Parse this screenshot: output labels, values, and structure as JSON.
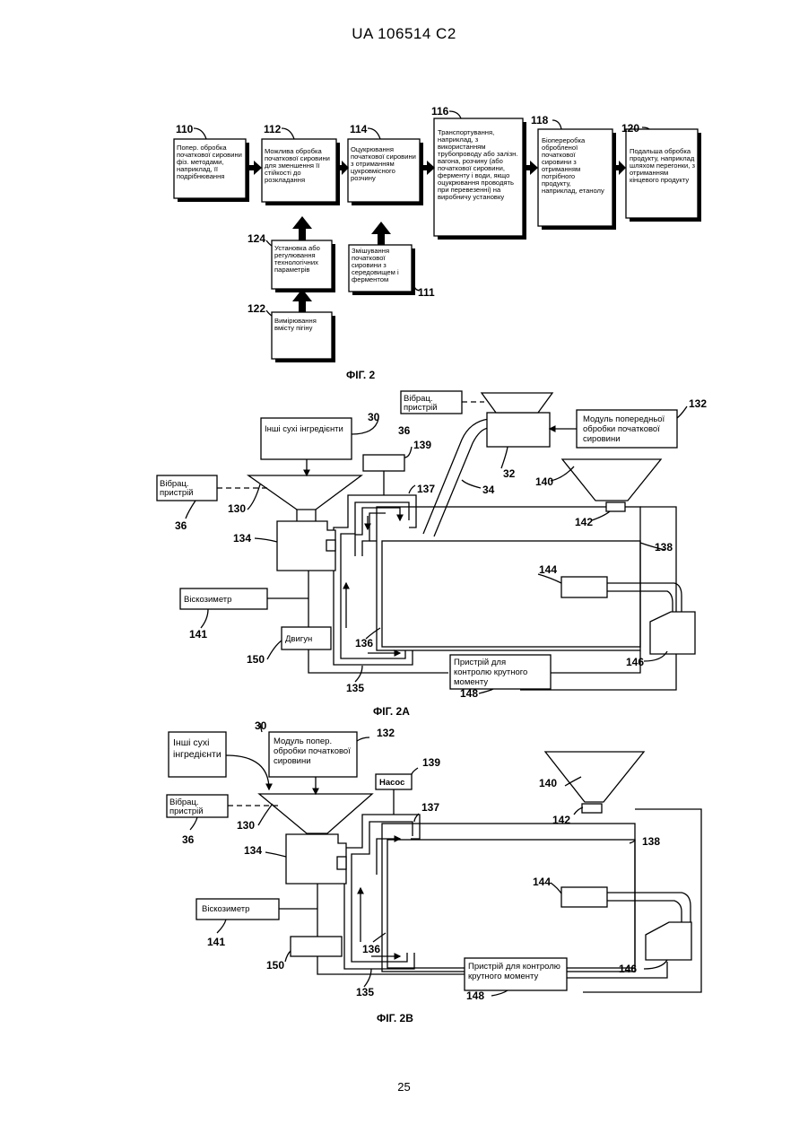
{
  "header": "UA   106514   C2",
  "page_number": "25",
  "fig2": {
    "caption": "ФІГ. 2",
    "boxes": [
      {
        "num": "110",
        "lines": [
          "Попер. обробка",
          "початкової сировини",
          "фіз. методами,",
          "наприклад, її",
          "подрібнювання"
        ]
      },
      {
        "num": "112",
        "lines": [
          "Можлива обробка",
          "початкової сировини",
          "для зменшення її",
          "стійкості до",
          "розкладання"
        ]
      },
      {
        "num": "114",
        "lines": [
          "Оцукрювання",
          "початкової сировини",
          "з отриманням",
          "цукровмісного",
          "розчину"
        ]
      },
      {
        "num": "116",
        "lines": [
          "Транспортування,",
          "наприклад, з",
          "використанням",
          "трубопроводу або залізн.",
          "вагона, розчину (або",
          "початкової сировини,",
          "ферменту і води, якщо",
          "оцукрювання проводять",
          "при перевезенні) на",
          "виробничу установку"
        ]
      },
      {
        "num": "118",
        "lines": [
          "Біопереробка",
          "обробленої",
          "початкової",
          "сировини з",
          "отриманням",
          "потрібного",
          "продукту,",
          "наприклад, етанолу"
        ]
      },
      {
        "num": "120",
        "lines": [
          "Подальша обробка",
          "продукту, наприклад",
          "шляхом перегонки, з",
          "отриманням",
          "кінцевого продукту"
        ]
      },
      {
        "num": "124",
        "lines": [
          "Установка або",
          "регулювання",
          "технологічних",
          "параметрів"
        ]
      },
      {
        "num": "111",
        "lines": [
          "Змішування",
          "початкової",
          "сировини з",
          "середовищем і",
          "ферментом"
        ]
      },
      {
        "num": "122",
        "lines": [
          "Вимірювання",
          "вмісту пігіну"
        ]
      }
    ]
  },
  "fig2a": {
    "caption": "ФІГ. 2А",
    "labels": {
      "vibr_top": [
        "Вібрац.",
        "пристрій"
      ],
      "vibr_left": [
        "Вібрац.",
        "пристрій"
      ],
      "dry": [
        "Інші сухі інгредієнти"
      ],
      "module": [
        "Модуль попередньої",
        "обробки початкової",
        "сировини"
      ],
      "visc": "Віскозиметр",
      "motor": "Двигун",
      "torque": [
        "Пристрій для",
        "контролю крутного",
        "моменту"
      ]
    },
    "numbers": [
      "36",
      "30",
      "132",
      "139",
      "32",
      "34",
      "137",
      "140",
      "36",
      "130",
      "142",
      "134",
      "138",
      "144",
      "141",
      "150",
      "136",
      "146",
      "135",
      "148"
    ]
  },
  "fig2b": {
    "caption": "ФІГ. 2В",
    "labels": {
      "dry": [
        "Інші сухі",
        "інгредієнти"
      ],
      "module": [
        "Модуль попер.",
        "обробки початкової",
        "сировини"
      ],
      "pump": "Насос",
      "vibr": [
        "Вібрац.",
        "пристрій"
      ],
      "visc": "Віскозиметр",
      "torque": [
        "Пристрій для контролю",
        "крутного моменту"
      ]
    },
    "numbers": [
      "30",
      "132",
      "139",
      "140",
      "137",
      "142",
      "130",
      "36",
      "138",
      "134",
      "144",
      "141",
      "136",
      "150",
      "146",
      "135",
      "148"
    ]
  }
}
